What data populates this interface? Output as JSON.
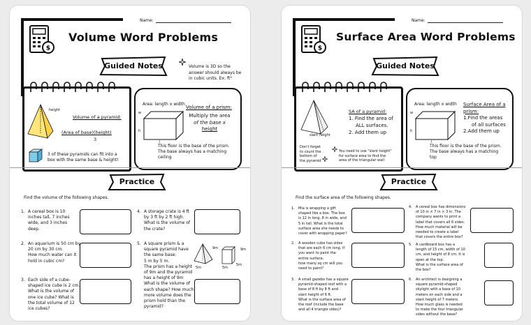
{
  "left": {
    "name_label": "Name:",
    "title": "Volume Word Problems",
    "guided_notes": "Guided Notes",
    "side_note": [
      "Volume is 3D so the",
      "answer should always be",
      "in cubic units. Ex: ft³"
    ],
    "pyramid": {
      "height_label": "height",
      "heading": "Volume of a pyramid:",
      "formula_num": "(Area of base)(height)",
      "formula_den": "3",
      "fit_note": [
        "3 of these pyramids can fit into a",
        "box with the same base & height!"
      ]
    },
    "prism": {
      "area_label": "Area: length x width",
      "w_label": "w",
      "l_label": "l",
      "h_label": "h",
      "heading": "Volume of a prism:",
      "body": [
        "Multiply the area",
        "of the base x",
        "height"
      ],
      "floor_note": [
        "This floor is the base of the prism.",
        "The base always has a matching",
        "ceiling"
      ]
    },
    "practice": "Practice",
    "instructions": "Find the volume of the following shapes.",
    "questions": [
      {
        "num": "1.",
        "lines": [
          "A cereal box is 10",
          "inches tall, 7 inches",
          "wide, and 3 inches",
          "deep."
        ]
      },
      {
        "num": "2.",
        "lines": [
          "An aquarium is 50 cm by",
          "20 cm by 30 cm.",
          "How much water can it",
          "hold in cubic cm?"
        ]
      },
      {
        "num": "3.",
        "lines": [
          "Each side of a cube-",
          "shaped ice cube is 2 cm.",
          "What is the volume of",
          "one ice cube? What is",
          "the total volume of 12",
          "ice cubes?"
        ]
      },
      {
        "num": "4.",
        "lines": [
          "A storage crate is 4 ft",
          "by 3 ft by 2 ft high.",
          "What is the volume of",
          "the crate?"
        ]
      },
      {
        "num": "5.",
        "lines": [
          "A square prism & a",
          "square pyramid have",
          "the same base:",
          "5 m by 5 m.",
          "The prism has a height",
          "of 9m and the pyramid",
          "has a height of 9m",
          "What is the volume of",
          "each shape? How much",
          "more volume does the",
          "prism hold than the",
          "pyramid?"
        ]
      }
    ],
    "fig_labels": {
      "pyr_h": "9m",
      "pyr_b": "5m",
      "prism_h": "9m",
      "prism_b1": "5m",
      "prism_b2": "5m"
    }
  },
  "right": {
    "name_label": "Name:",
    "title": "Surface Area Word Problems",
    "guided_notes": "Guided Notes",
    "pyramid": {
      "slant_label": "slant height",
      "heading": "SA of a pyramid:",
      "steps": [
        "1. Find the area of",
        "ALL surfaces.",
        "2. Add them up"
      ],
      "dont_forget": [
        "Don't forget",
        "to count the",
        "bottom of",
        "the pyramid"
      ],
      "slant_note": [
        "You need to use \"slant height\"",
        "for surface area to find the",
        "area of the triangular wall"
      ]
    },
    "prism": {
      "area_label": "Area: length x width",
      "w_label": "w",
      "l_label": "l",
      "h_label": "h",
      "heading": "Surface Area of a prism:",
      "steps": [
        "1.Find the areas",
        "of all surfaces",
        "2.Add them up"
      ],
      "floor_note": [
        "This floor is the base of the prism.",
        "The base always has a matching",
        "top"
      ]
    },
    "practice": "Practice",
    "instructions": "Find the surface area of the following shapes.",
    "questions": [
      {
        "num": "1.",
        "lines": [
          "Mia is wrapping a gift",
          "shaped like a box. The box",
          "is 12 in long, 8 in wide, and",
          "5 in tall. What is the total",
          "surface area she needs to",
          "cover with wrapping paper?"
        ]
      },
      {
        "num": "2.",
        "lines": [
          "A wooden cube has sides",
          "that are each 6 cm long. If",
          "you want to paint the",
          "entire surface,",
          "how many sq cm will you",
          "need to paint?"
        ]
      },
      {
        "num": "3.",
        "lines": [
          "A small gazebo has a square",
          "pyramid-shaped roof with a",
          "base of 8 ft by 8 ft and",
          "slant height of 6 ft.",
          "What is the surface area of",
          "the roof (include the base",
          "and all 4 triangle sides)?"
        ]
      },
      {
        "num": "4.",
        "lines": [
          "A cereal box has dimensions",
          "of 10 in × 7 in × 3 in. The",
          "company wants to print a",
          "label that covers all 6 sides.",
          "How much material will be",
          "needed to create a label",
          "that covers the entire box?"
        ]
      },
      {
        "num": "5.",
        "lines": [
          "A cardboard box has a",
          "length of 15 cm, width of 10",
          "cm, and height of 8 cm. It is",
          "open at the top.",
          "What is the surface area of",
          "the box?"
        ]
      },
      {
        "num": "6.",
        "lines": [
          "An architect is designing a",
          "square pyramid-shaped",
          "skylight with a base of 10",
          "meters on each side and a",
          "slant height of 7 meters.",
          "How much glass is needed",
          "to make the four triangular",
          "sides without the base?"
        ]
      }
    ]
  }
}
